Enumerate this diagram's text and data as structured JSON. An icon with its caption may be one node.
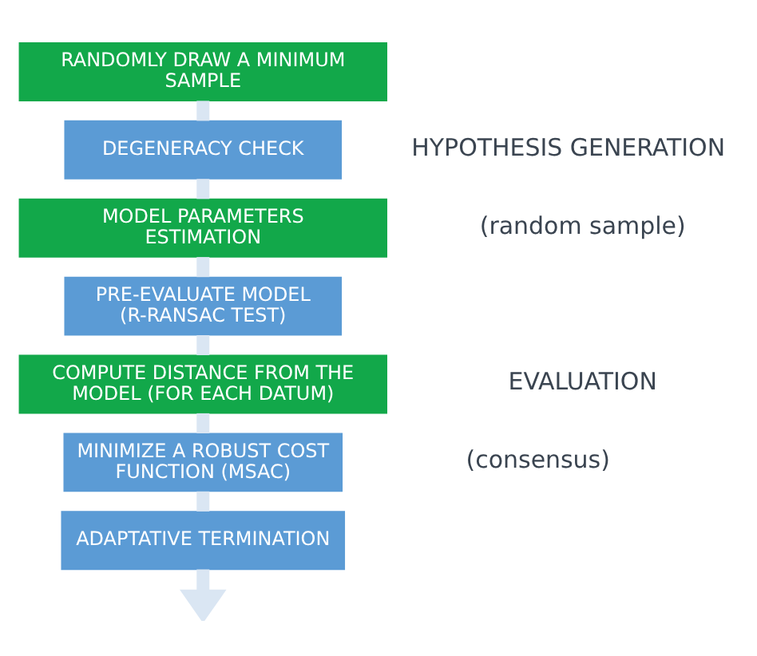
{
  "diagram": {
    "nodes": [
      {
        "text": [
          "RANDOMLY DRAW A MINIMUM SAMPLE"
        ]
      },
      {
        "text": [
          "DEGENERACY CHECK"
        ]
      },
      {
        "text": [
          "MODEL PARAMETERS ESTIMATION"
        ]
      },
      {
        "text": [
          "PRE-EVALUATE MODEL (R-RANSAC TEST)"
        ]
      },
      {
        "text": [
          "COMPUTE DISTANCE FROM THE MODEL (FOR EACH DATUM)"
        ]
      },
      {
        "text": [
          "MINIMIZE A ROBUST COST FUNCTION (MSAC)"
        ]
      },
      {
        "text": [
          "ADAPTATIVE TERMINATION"
        ]
      }
    ],
    "edges": [
      {
        "from": 0,
        "to": 1,
        "arrow": "none"
      },
      {
        "from": 1,
        "to": 2,
        "arrow": "none"
      },
      {
        "from": 2,
        "to": 3,
        "arrow": "none"
      },
      {
        "from": 3,
        "to": 4,
        "arrow": "none"
      },
      {
        "from": 4,
        "to": 5,
        "arrow": "none"
      },
      {
        "from": 5,
        "to": 6,
        "arrow": "none"
      },
      {
        "from": 6,
        "to": null,
        "arrow": "to"
      }
    ],
    "labels": [
      "HYPOTHESIS GENERATION",
      "(random sample)",
      "EVALUATION",
      "(consensus)"
    ]
  }
}
